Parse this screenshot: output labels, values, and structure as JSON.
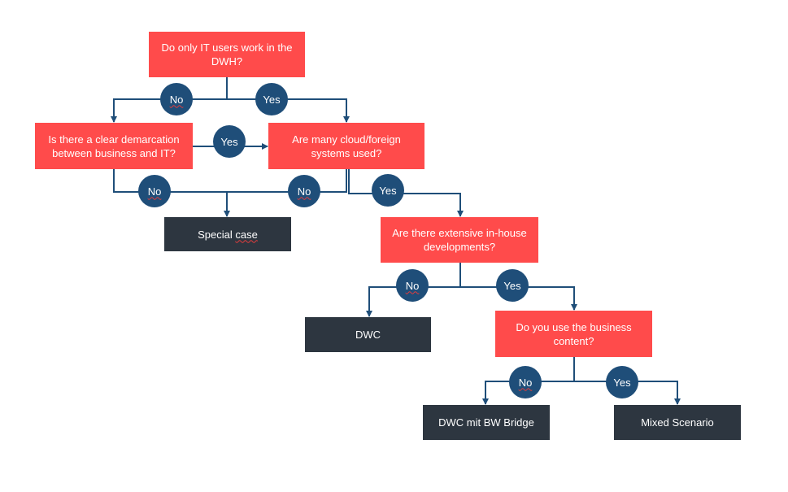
{
  "colors": {
    "question_fill": "#ff4b4b",
    "result_fill": "#2d3640",
    "badge_fill": "#1f4e79",
    "connector": "#1f4e79",
    "text": "#ffffff"
  },
  "questions": {
    "q1": "Do only IT users work in the\nDWH?",
    "q2": "Is there a clear demarcation\nbetween business and IT?",
    "q3": "Are many cloud/foreign\nsystems used?",
    "q4": "Are there extensive in-house\ndevelopments?",
    "q5": "Do you use the business\ncontent?"
  },
  "results": {
    "special_case_part1": "Special ",
    "special_case_part2": "case",
    "dwc": "DWC",
    "dwc_bw_bridge": "DWC mit BW Bridge",
    "mixed_scenario": "Mixed Scenario"
  },
  "labels": {
    "no": "No",
    "yes": "Yes"
  }
}
